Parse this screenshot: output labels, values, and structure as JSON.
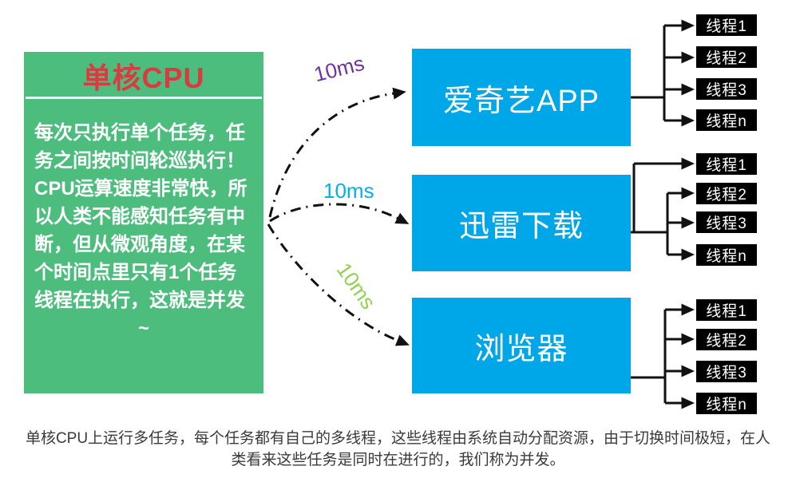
{
  "diagram": {
    "cpu_panel": {
      "title": "单核CPU",
      "body": "每次只执行单个任务，任务之间按时间轮巡执行！CPU运算速度非常快，所以人类不能感知任务有中断，但从微观角度，在某个时间点里只有1个任务线程在执行，这就是并发",
      "tilde": "~"
    },
    "tasks": [
      {
        "label": "爱奇艺APP",
        "arrow_label": "10ms",
        "arrow_label_color": "#7030a0",
        "threads": [
          "线程1",
          "线程2",
          "线程3",
          "线程n"
        ]
      },
      {
        "label": "迅雷下载",
        "arrow_label": "10ms",
        "arrow_label_color": "#00b0f0",
        "threads": [
          "线程1",
          "线程2",
          "线程3",
          "线程n"
        ]
      },
      {
        "label": "浏览器",
        "arrow_label": "10ms",
        "arrow_label_color": "#92d050",
        "threads": [
          "线程1",
          "线程2",
          "线程3",
          "线程n"
        ]
      }
    ],
    "caption": {
      "line1": "单核CPU上运行多任务，每个任务都有自己的多线程，这些线程由系统自动分配资源，由于切换时间极短，在人",
      "line2": "类看来这些任务是同时在进行的，我们称为并发。"
    },
    "colors": {
      "panel_green": "#4dbd7e",
      "title_red": "#d93b41",
      "task_blue": "#00a7e8",
      "thread_black": "#000000",
      "label_purple": "#7030a0",
      "label_blue": "#00b0f0",
      "label_green": "#92d050",
      "caption_gray": "#3a3a3a",
      "connector_black": "#111111"
    }
  }
}
